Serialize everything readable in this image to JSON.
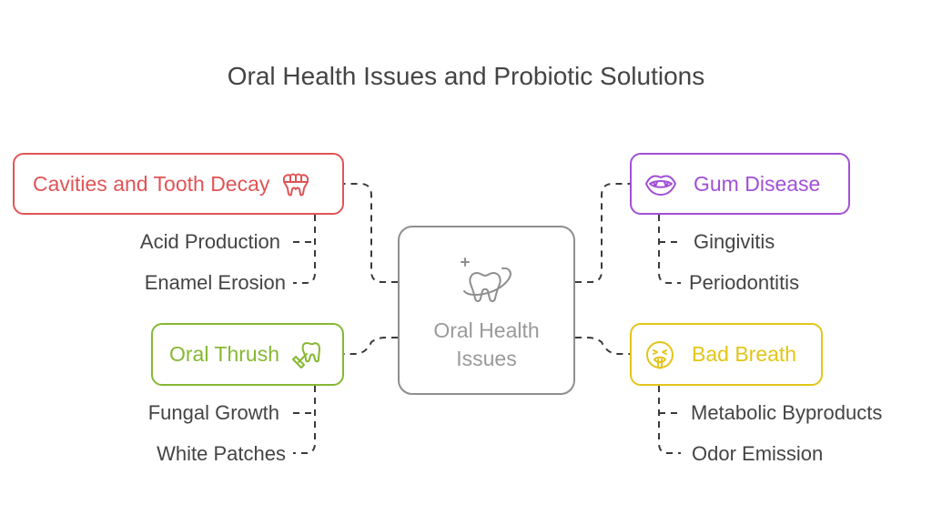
{
  "title": "Oral Health Issues and Probiotic Solutions",
  "center": {
    "label_line1": "Oral Health",
    "label_line2": "Issues",
    "icon": "tooth-sparkle-icon"
  },
  "nodes": {
    "cavities": {
      "label": "Cavities and Tooth Decay",
      "color": "#e05456",
      "icon": "teeth-icon",
      "items": [
        "Acid Production",
        "Enamel Erosion"
      ]
    },
    "gum": {
      "label": "Gum Disease",
      "color": "#a24fd6",
      "icon": "mouth-icon",
      "items": [
        "Gingivitis",
        "Periodontitis"
      ]
    },
    "thrush": {
      "label": "Oral Thrush",
      "color": "#86b832",
      "icon": "tooth-brush-icon",
      "items": [
        "Fungal Growth",
        "White Patches"
      ]
    },
    "breath": {
      "label": "Bad Breath",
      "color": "#e3c518",
      "icon": "face-breath-icon",
      "items": [
        "Metabolic Byproducts",
        "Odor Emission"
      ]
    }
  }
}
